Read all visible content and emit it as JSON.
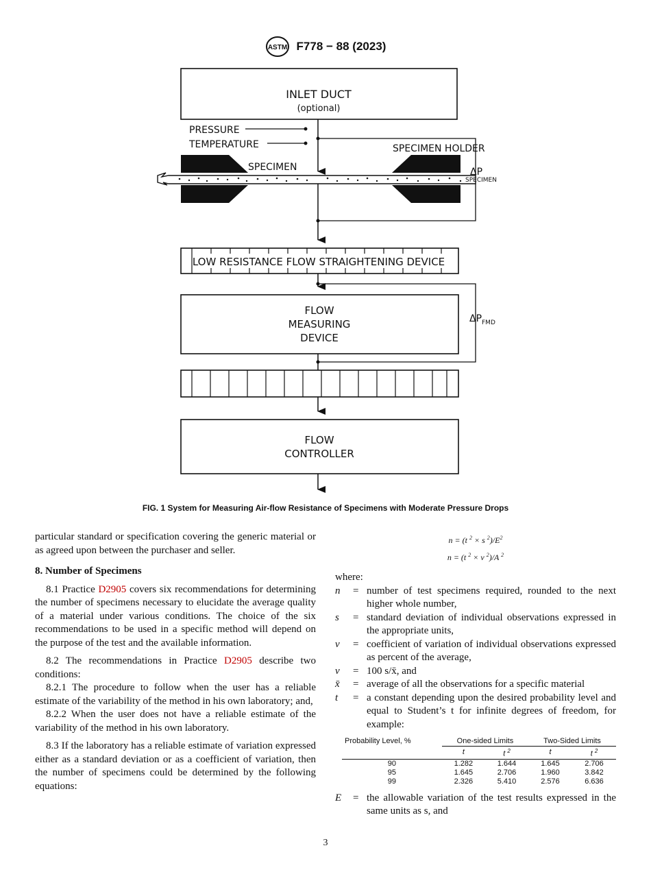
{
  "header": {
    "standard_code": "F778 − 88 (2023)"
  },
  "figure": {
    "boxes": {
      "inlet_title": "INLET DUCT",
      "inlet_sub": "(optional)",
      "straightener": "LOW RESISTANCE FLOW STRAIGHTENING DEVICE",
      "flow_meas_1": "FLOW",
      "flow_meas_2": "MEASURING",
      "flow_meas_3": "DEVICE",
      "controller_1": "FLOW",
      "controller_2": "CONTROLLER"
    },
    "labels": {
      "pressure": "PRESSURE",
      "temperature": "TEMPERATURE",
      "specimen_holder": "SPECIMEN HOLDER",
      "specimen": "SPECIMEN",
      "delta_p": "ΔP",
      "delta_p_sub_specimen": "SPECIMEN",
      "delta_p_sub_fmd": "FMD"
    },
    "caption": "FIG. 1 System for Measuring Air-flow Resistance of Specimens with Moderate Pressure Drops"
  },
  "left_column": {
    "intro": "particular standard or specification covering the generic material or as agreed upon between the purchaser and seller.",
    "section_title": "8. Number of Specimens",
    "p81_a": "8.1 Practice ",
    "p81_ref": "D2905",
    "p81_b": " covers six recommendations for determining the number of specimens necessary to elucidate the average quality of a material under various conditions. The choice of the six recommendations to be used in a specific method will depend on the purpose of the test and the available information.",
    "p82_a": "8.2 The recommendations in Practice ",
    "p82_ref": "D2905",
    "p82_b": " describe two conditions:",
    "p821": "8.2.1 The procedure to follow when the user has a reliable estimate of the variability of the method in his own laboratory; and,",
    "p822": "8.2.2 When the user does not have a reliable estimate of the variability of the method in his own laboratory.",
    "p83": "8.3 If the laboratory has a reliable estimate of variation expressed either as a standard deviation or as a coefficient of variation, then the number of specimens could be determined by the following equations:"
  },
  "right_column": {
    "where": "where:",
    "definitions": [
      {
        "sym": "n",
        "text": "number of test specimens required, rounded to the next higher whole number,"
      },
      {
        "sym": "s",
        "text": "standard deviation of individual observations expressed in the appropriate units,"
      },
      {
        "sym": "v",
        "text": "coefficient of variation of individual observations expressed as percent of the average,"
      },
      {
        "sym": "v",
        "text": "100 s/x̄, and"
      },
      {
        "sym": "x̄",
        "text": "average of all the observations for a specific material"
      },
      {
        "sym": "t",
        "text": "a constant depending upon the desired probability level and equal to Student’s t for infinite degrees of freedom, for example:"
      }
    ],
    "last_def": {
      "sym": "E",
      "text": "the allowable variation of the test results expressed in the same units as s, and"
    },
    "eq_sign": "="
  },
  "table": {
    "col_label": "Probability Level, %",
    "group_one": "One-sided Limits",
    "group_two": "Two-Sided Limits",
    "sub_t": "t",
    "rows": [
      [
        "90",
        "1.282",
        "1.644",
        "1.645",
        "2.706"
      ],
      [
        "95",
        "1.645",
        "2.706",
        "1.960",
        "3.842"
      ],
      [
        "99",
        "2.326",
        "5.410",
        "2.576",
        "6.636"
      ]
    ]
  },
  "page_number": "3"
}
